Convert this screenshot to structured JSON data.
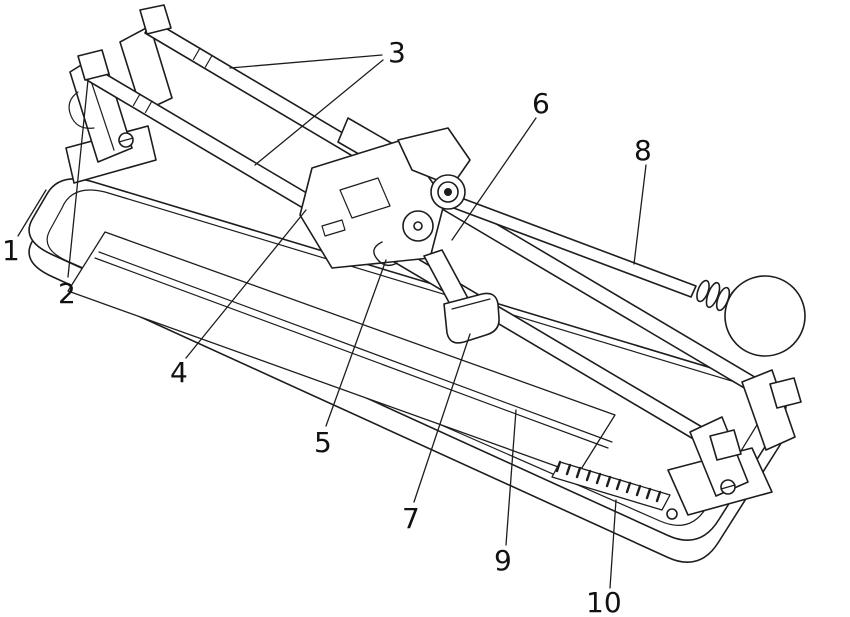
{
  "diagram": {
    "type": "technical-line-drawing",
    "subject": "manual-tile-cutter-patent-figure",
    "background": "#ffffff",
    "line_color": "#1d1d1b",
    "label_color": "#111111",
    "callouts": [
      {
        "number": "1",
        "target": "base-plate"
      },
      {
        "number": "2",
        "target": "left-support-bracket"
      },
      {
        "number": "3",
        "target": "guide-rails"
      },
      {
        "number": "4",
        "target": "carriage-sleeve"
      },
      {
        "number": "5",
        "target": "spring-clip"
      },
      {
        "number": "6",
        "target": "cutting-wheel-axle"
      },
      {
        "number": "7",
        "target": "breaker-foot"
      },
      {
        "number": "8",
        "target": "handle"
      },
      {
        "number": "9",
        "target": "base-bed"
      },
      {
        "number": "10",
        "target": "measuring-scale"
      }
    ]
  }
}
